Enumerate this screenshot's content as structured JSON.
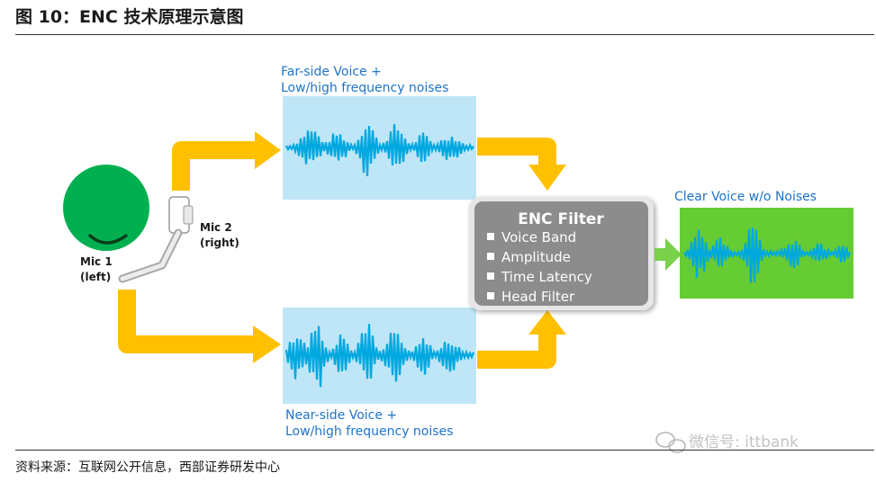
{
  "figure": {
    "title": "图 10：ENC 技术原理示意图",
    "source": "资料来源：互联网公开信息，西部证券研发中心",
    "watermark": "微信号: ittbank"
  },
  "diagram": {
    "mic1_label_line1": "Mic 1",
    "mic1_label_line2": "(left)",
    "mic2_label_line1": "Mic 2",
    "mic2_label_line2": "(right)",
    "far_side_line1": "Far-side Voice +",
    "far_side_line2": "Low/high frequency noises",
    "near_side_line1": "Near-side Voice +",
    "near_side_line2": "Low/high frequency noises",
    "filter_title": "ENC Filter",
    "filter_items": [
      "Voice Band",
      "Amplitude",
      "Time Latency",
      "Head Filter"
    ],
    "output_label": "Clear Voice w/o Noises"
  },
  "colors": {
    "head_green": "#00b050",
    "arrow_orange": "#ffc000",
    "wave_blue": "#00a8e0",
    "wave_box_blue": "#bfe6f7",
    "output_box_green": "#66cc33",
    "filter_gray": "#8c8c8c",
    "output_arrow_green": "#7ad14a",
    "label_blue": "#1f74c8"
  }
}
